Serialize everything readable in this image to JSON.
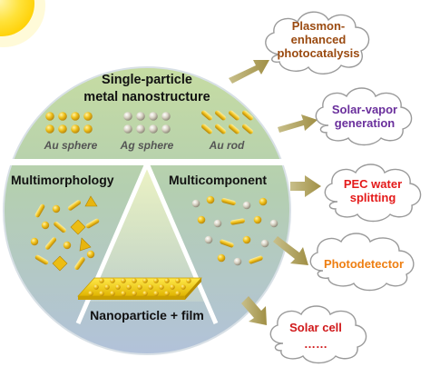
{
  "center": {
    "title_line1": "Single-particle",
    "title_line2": "metal nanostructure",
    "particles": [
      {
        "label": "Au sphere",
        "color": "#f2c21a"
      },
      {
        "label": "Ag sphere",
        "color": "#d6d2c6"
      },
      {
        "label": "Au rod",
        "color": "#f2c21a"
      }
    ],
    "sections": {
      "left": "Multimorphology",
      "right": "Multicomponent",
      "bottom": "Nanoparticle + film"
    }
  },
  "applications": [
    {
      "line1": "Plasmon-",
      "line2": "enhanced",
      "line3": "photocatalysis",
      "color": "#9a4a10"
    },
    {
      "line1": "Solar-vapor",
      "line2": "generation",
      "color": "#6a2f9c"
    },
    {
      "line1": "PEC water",
      "line2": "splitting",
      "color": "#e41a1a"
    },
    {
      "line1": "Photodetector",
      "color": "#ee7f12"
    },
    {
      "line1": "Solar cell",
      "line2": "……",
      "color": "#d0181a"
    }
  ],
  "colors": {
    "circle_top": "#c2d8a2",
    "circle_mid": "#aec6c0",
    "circle_bottom": "#b3c4d9",
    "arrow": "#a69a5c",
    "sun": "#ffd514",
    "gold": "#f2c21a",
    "silver": "#d6d2c6",
    "film": "#f4d010"
  }
}
